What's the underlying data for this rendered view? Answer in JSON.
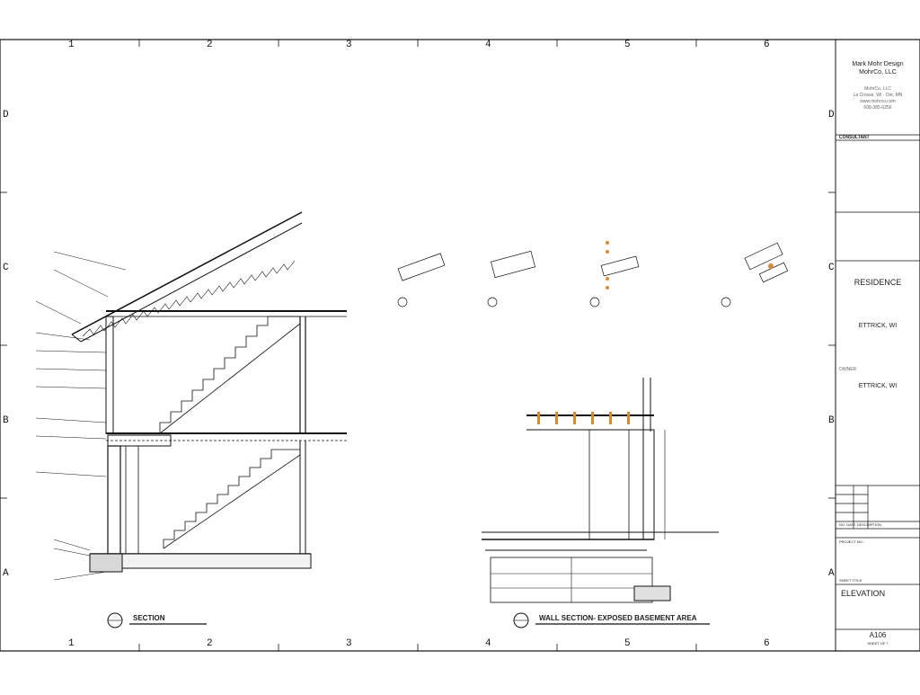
{
  "grid": {
    "columns": [
      "1",
      "2",
      "3",
      "4",
      "5",
      "6"
    ],
    "rows": [
      "D",
      "C",
      "B",
      "A"
    ]
  },
  "title_block": {
    "firm_name": "Mark Mohr Design",
    "firm_sub": "MohrCo, LLC",
    "firm_line1": "MohrCo, LLC",
    "firm_line2": "La Crosse, WI · Ont, MN",
    "firm_line3": "www.mohrco.com",
    "firm_line4": "608-385-6256",
    "consultants_label": "CONSULTANT",
    "project_name": "RESIDENCE",
    "project_location": "ETTRICK, WI",
    "owner_label": "OWNER",
    "owner_location": "ETTRICK, WI",
    "revision_header": "NO.   DATE   DESCRIPTION",
    "project_label": "PROJECT NO.:",
    "sheet_title_label": "SHEET TITLE",
    "sheet_title": "ELEVATION",
    "sheet_number": "A106",
    "sheet_of": "SHEET OF 7"
  },
  "views": {
    "section_title": "SECTION",
    "wall_section_title": "WALL SECTION- EXPOSED BASEMENT AREA"
  },
  "colors": {
    "line": "#111111",
    "accent": "#d98a2b"
  }
}
